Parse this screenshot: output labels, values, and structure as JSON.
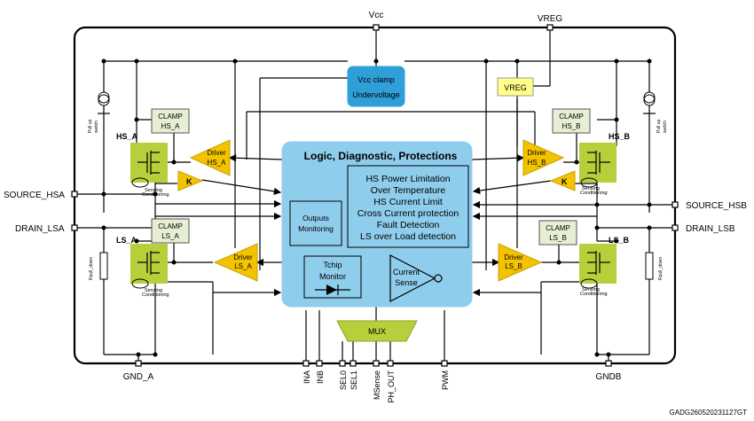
{
  "pins": {
    "vcc": "Vcc",
    "vreg": "VREG",
    "source_hsa": "SOURCE_HSA",
    "drain_lsa": "DRAIN_LSA",
    "source_hsb": "SOURCE_HSB",
    "drain_lsb": "DRAIN_LSB",
    "gnd_a": "GND_A",
    "gndb": "GNDB",
    "bottom": [
      "INA",
      "INB",
      "SEL0",
      "SEL1",
      "MSense",
      "PH_OUT",
      "PWM"
    ]
  },
  "vcc_clamp": {
    "line1": "Vcc clamp",
    "line2": "Undervoltage"
  },
  "vreg_box": "VREG",
  "logic": {
    "title": "Logic, Diagnostic, Protections",
    "list": [
      "HS Power Limitation",
      "Over Temperature",
      "HS Current Limit",
      "Cross Current protection",
      "Fault Detection",
      "LS over Load detection"
    ],
    "outputs_monitoring": [
      "Outputs",
      "Monitoring"
    ],
    "tchip": [
      "Tchip",
      "Monitor"
    ],
    "current_sense": [
      "Current",
      "Sense"
    ]
  },
  "mux": "MUX",
  "left": {
    "hs_label": "HS_A",
    "ls_label": "LS_A",
    "clamp_hs": [
      "CLAMP",
      "HS_A"
    ],
    "clamp_ls": [
      "CLAMP",
      "LS_A"
    ],
    "driver_hs": [
      "Driver",
      "HS_A"
    ],
    "driver_ls": [
      "Driver",
      "LS_A"
    ],
    "k": "K",
    "pullup": [
      "Pull up",
      "switch"
    ],
    "rpull": "Rpull_down",
    "sensing": [
      "Sensing",
      "Conditioning"
    ]
  },
  "right": {
    "hs_label": "HS_B",
    "ls_label": "LS_B",
    "clamp_hs": [
      "CLAMP",
      "HS_B"
    ],
    "clamp_ls": [
      "CLAMP",
      "LS_B"
    ],
    "driver_hs": [
      "Driver",
      "HS_B"
    ],
    "driver_ls": [
      "Driver",
      "LS_B"
    ],
    "k": "K",
    "pullup": [
      "Pull up",
      "switch"
    ],
    "rpull": "Rpull_down",
    "sensing": [
      "Sensing",
      "Conditioning"
    ]
  },
  "figure_id": "GADG260520231127GT",
  "colors": {
    "logic_fill": "#8fcdec",
    "vcc_clamp_fill": "#2f9fd8",
    "driver_fill": "#f3c300",
    "mosfet_fill": "#b7cf3a",
    "mux_fill": "#b7cf3a",
    "clamp_fill": "#e6efd3",
    "vreg_fill": "#ffff8a"
  }
}
